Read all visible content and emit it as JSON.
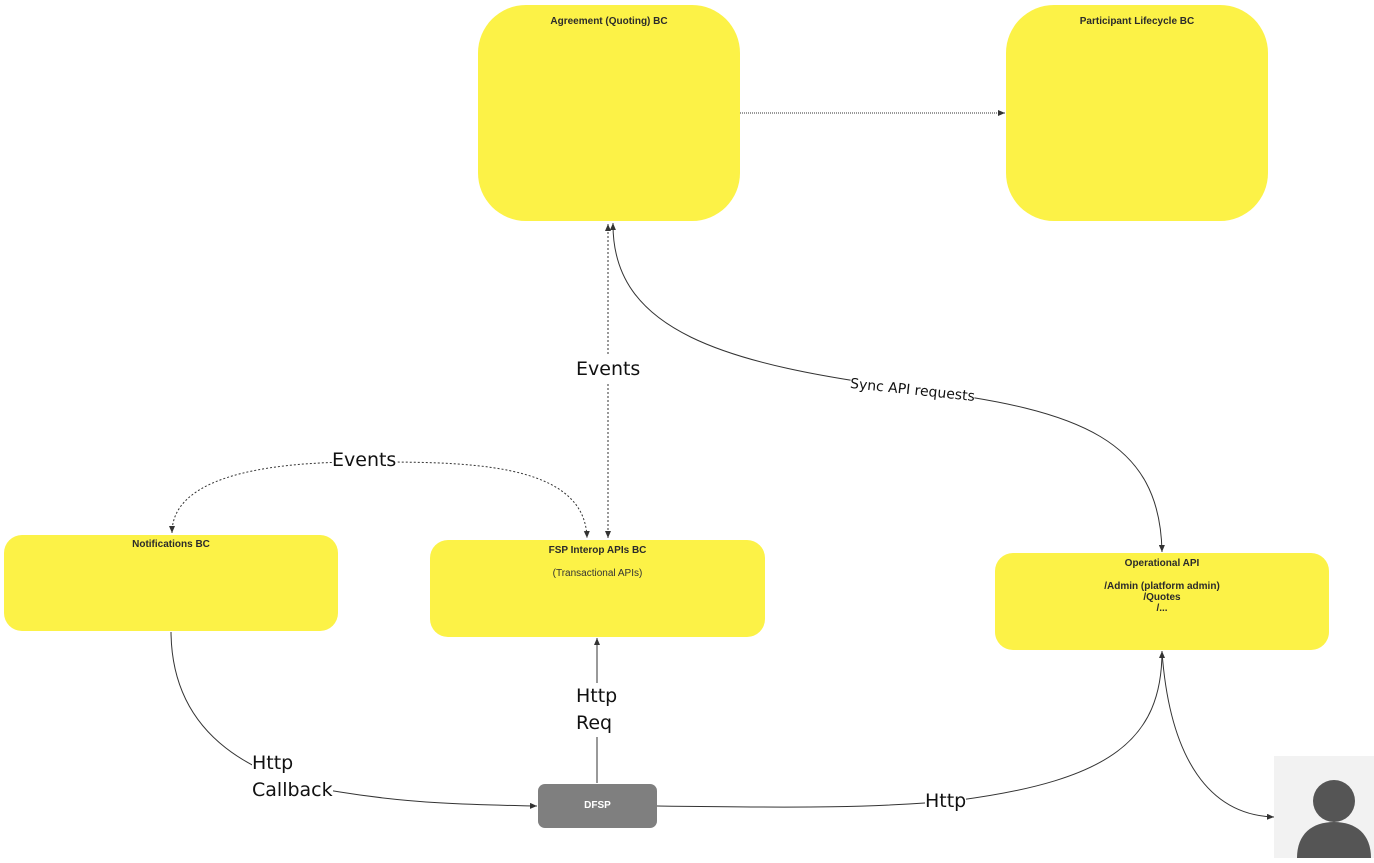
{
  "boxes": {
    "agreement": {
      "title": "Agreement (Quoting) BC"
    },
    "participant": {
      "title": "Participant Lifecycle BC"
    },
    "notifications": {
      "title": "Notifications BC"
    },
    "fsp": {
      "title": "FSP Interop APIs BC",
      "subtitle": "(Transactional APIs)"
    },
    "operational": {
      "title": "Operational API",
      "lines": [
        "/Admin (platform admin)",
        "/Quotes",
        "/..."
      ]
    },
    "dfsp": {
      "title": "DFSP"
    }
  },
  "edge_labels": {
    "events_vertical": "Events",
    "events_horizontal": "Events",
    "sync_api": "Sync API requests",
    "http_req": "Http\nReq",
    "http_callback": "Http\nCallback",
    "http": "Http"
  },
  "actor": {
    "icon": "user-icon"
  },
  "colors": {
    "bc_fill": "#fcf247",
    "dfsp_fill": "#7f7f7f",
    "edge": "#333333"
  }
}
